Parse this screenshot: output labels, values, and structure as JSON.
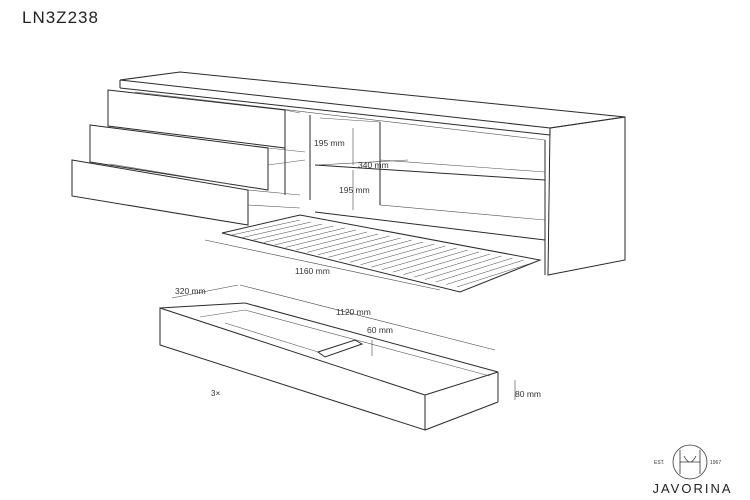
{
  "product_code": "LN3Z238",
  "dimensions": {
    "drawer_height_top": "195 mm",
    "drawer_height_bottom": "195 mm",
    "shelf_depth": "340 mm",
    "cabinet_width": "1160 mm",
    "drawer_depth": "320 mm",
    "drawer_width": "1120 mm",
    "drawer_divider": "60 mm",
    "drawer_front_height": "80 mm"
  },
  "quantity": "3×",
  "brand": {
    "name": "JAVORINA",
    "est_label": "EST.",
    "year": "1967"
  }
}
